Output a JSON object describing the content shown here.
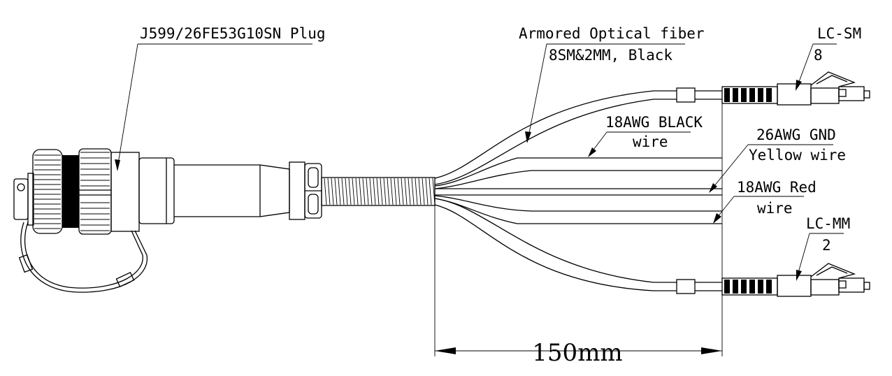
{
  "labels": {
    "plug": "J599/26FE53G10SN  Plug",
    "armored_line1": "Armored Optical fiber",
    "armored_line2": "8SM&2MM, Black",
    "lc_sm_type": "LC-SM",
    "lc_sm_count": "8",
    "black_line1": "18AWG BLACK",
    "black_line2": "wire",
    "gnd_line1": "26AWG GND",
    "gnd_line2": "Yellow wire",
    "red_line1": "18AWG Red",
    "red_line2": "wire",
    "lc_mm_type": "LC-MM",
    "lc_mm_count": "2",
    "dimension": "150mm"
  },
  "colors": {
    "line": "#000000",
    "background": "#ffffff"
  }
}
